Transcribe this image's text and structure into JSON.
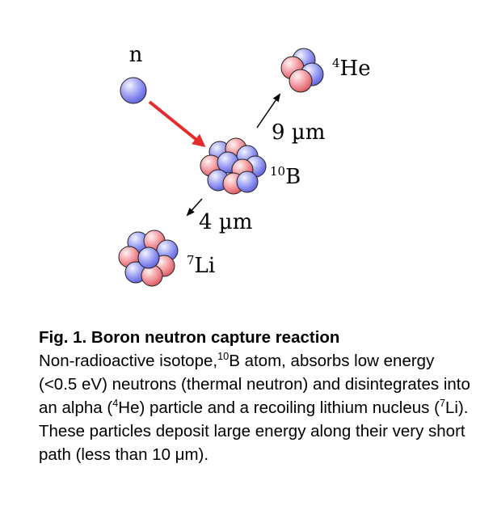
{
  "diagram": {
    "neutron_label": "n",
    "helium_label": {
      "mass": "4",
      "symbol": "He"
    },
    "boron_label": {
      "mass": "10",
      "symbol": "B"
    },
    "lithium_label": {
      "mass": "7",
      "symbol": "Li"
    },
    "helium_path": "9 µm",
    "lithium_path": "4 µm",
    "colors": {
      "neutron": "#7b7ff0",
      "proton": "#f07f86",
      "incoming_arrow": "#e52b2b",
      "emission_arrow": "#000000"
    }
  },
  "caption": {
    "title": "Fig. 1. Boron neutron capture reaction",
    "seg1": "Non-radioactive isotope,",
    "sup1": "10",
    "seg2": "B atom, absorbs low energy (<0.5 eV) neutrons (thermal neutron)  and disintegrates into an alpha (",
    "sup2": "4",
    "seg3": "He) particle and a recoiling lithium nucleus (",
    "sup3": "7",
    "seg4": "Li). These particles deposit large energy along their very short path (less than 10 μm)."
  }
}
